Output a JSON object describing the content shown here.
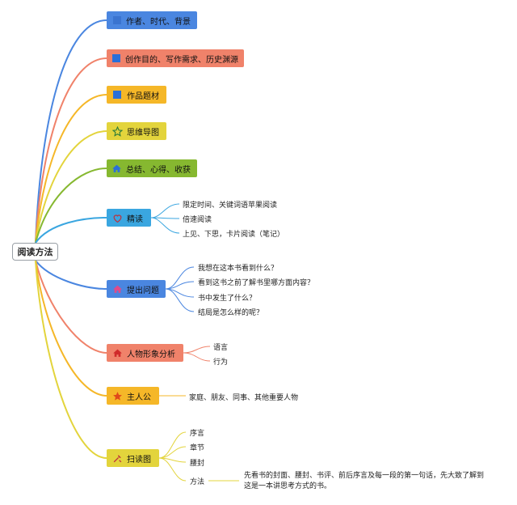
{
  "root": "阅读方法",
  "branches": [
    {
      "label": "作者、时代、背景",
      "color": "#4a86e0",
      "icon": "flag-icon",
      "children": []
    },
    {
      "label": "创作目的、写作需求、历史渊源",
      "color": "#f0826a",
      "icon": "flag-icon",
      "children": []
    },
    {
      "label": "作品题材",
      "color": "#f5b728",
      "icon": "flag-icon",
      "children": []
    },
    {
      "label": "思维导图",
      "color": "#e3d43c",
      "icon": "star-outline-icon",
      "children": []
    },
    {
      "label": "总结、心得、收获",
      "color": "#86b830",
      "icon": "home-icon",
      "children": []
    },
    {
      "label": "精读",
      "color": "#3aa6e0",
      "icon": "heart-icon",
      "children": [
        "限定时间、关键词语苹果阅读",
        "倍速阅读",
        "上见、下思，卡片阅读（笔记）"
      ]
    },
    {
      "label": "提出问题",
      "color": "#4a86e0",
      "icon": "home-icon",
      "children": [
        "我想在这本书看到什么？",
        "看到这书之前了解书里哪方面内容？",
        "书中发生了什么？",
        "结局是怎么样的呢？"
      ]
    },
    {
      "label": "人物形象分析",
      "color": "#f0826a",
      "icon": "home-icon",
      "children": [
        "语言",
        "行为"
      ]
    },
    {
      "label": "主人公",
      "color": "#f5b728",
      "icon": "star-icon",
      "children": [
        "家庭、朋友、同事、其他重要人物"
      ]
    },
    {
      "label": "扫读图",
      "color": "#e3d43c",
      "icon": "tools-icon",
      "children": [
        "序言",
        "章节",
        "腰封",
        "方法"
      ]
    }
  ],
  "method_note": "先看书的封面、腰封、书评、前后序言及每一段的第一句话，先大致了解到这是一本讲思考方式的书。"
}
